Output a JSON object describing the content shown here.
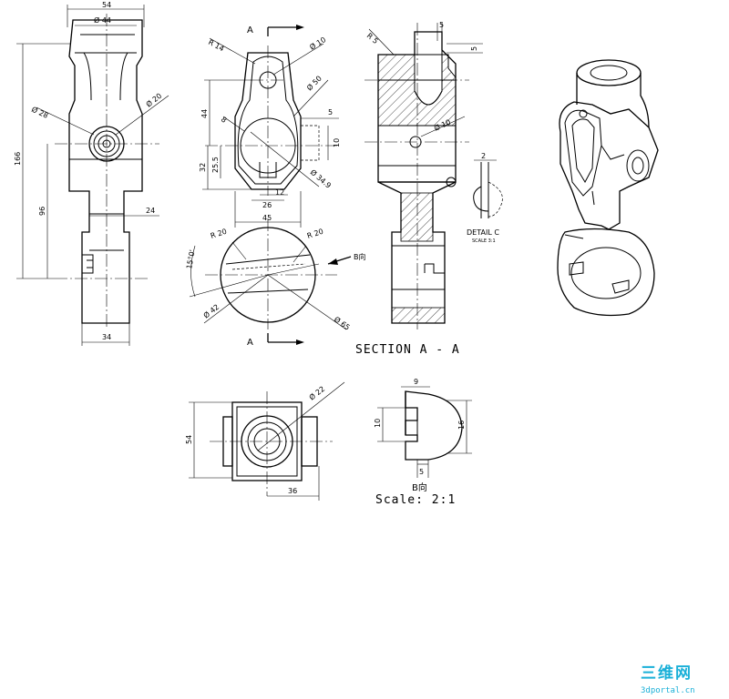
{
  "front_view": {
    "dims": {
      "width_top": "54",
      "dia_44": "Ø 44",
      "dia_28": "Ø 28",
      "dia_20": "Ø 20",
      "height_166": "166",
      "height_96": "96",
      "width_24": "24",
      "width_34": "34"
    }
  },
  "section_view": {
    "cut_label": "A",
    "dims": {
      "r14": "R 14",
      "dia10": "Ø 10",
      "dia50": "Ø 50",
      "d44": "44",
      "d8": "8",
      "d32": "32",
      "d25_5": "25.5",
      "d5": "5",
      "d10": "10",
      "d34_9": "Ø 34.9",
      "d12": "12",
      "d26": "26",
      "d45": "45"
    }
  },
  "round_view": {
    "dims": {
      "r20_left": "R 20",
      "r20_right": "R 20",
      "angle": "15°0'",
      "dia42": "Ø 42",
      "dia65": "Ø 65",
      "b_dir": "B向"
    }
  },
  "section_aa": {
    "title": "SECTION A - A",
    "dims": {
      "r5": "R 5",
      "d5a": "5",
      "d5b": "5",
      "dia10": "Ø 10"
    }
  },
  "detail_c": {
    "title": "DETAIL C",
    "scale": "SCALE 3:1",
    "dim": "2"
  },
  "bottom_view": {
    "dims": {
      "dia22": "Ø 22",
      "d54": "54",
      "d36": "36"
    }
  },
  "b_view": {
    "dims": {
      "d9": "9",
      "d10": "10",
      "d16": "16",
      "d5": "5"
    },
    "label": "B向",
    "scale": "Scale: 2:1"
  },
  "watermark": {
    "line1": "三维网",
    "line2": "3dportal.cn",
    "color": "#1ab0d8"
  }
}
